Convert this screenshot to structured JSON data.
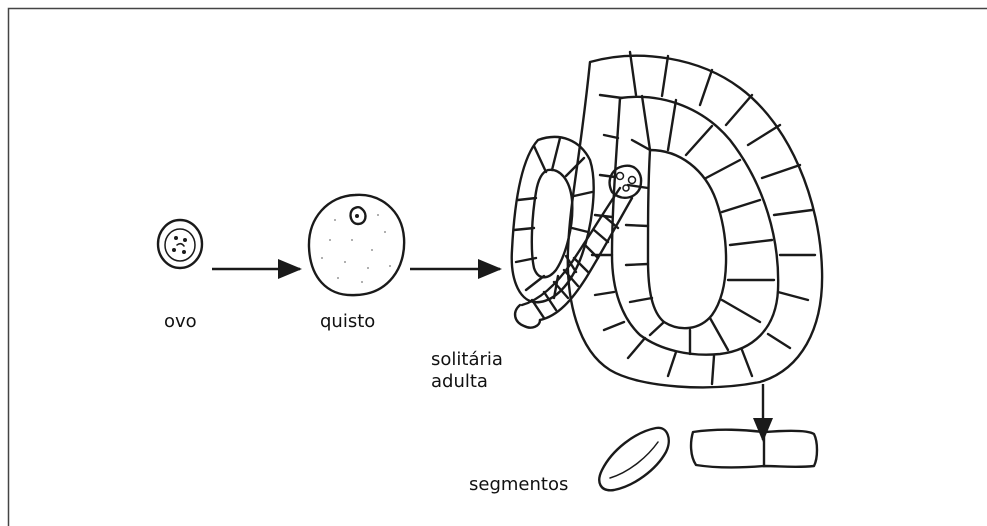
{
  "labels": {
    "egg": "ovo",
    "cyst": "quisto",
    "adult_line1": "solitária",
    "adult_line2": "adulta",
    "segments": "segmentos"
  },
  "colors": {
    "ink": "#1a1a1a",
    "frame": "#444444",
    "background": "#ffffff"
  }
}
